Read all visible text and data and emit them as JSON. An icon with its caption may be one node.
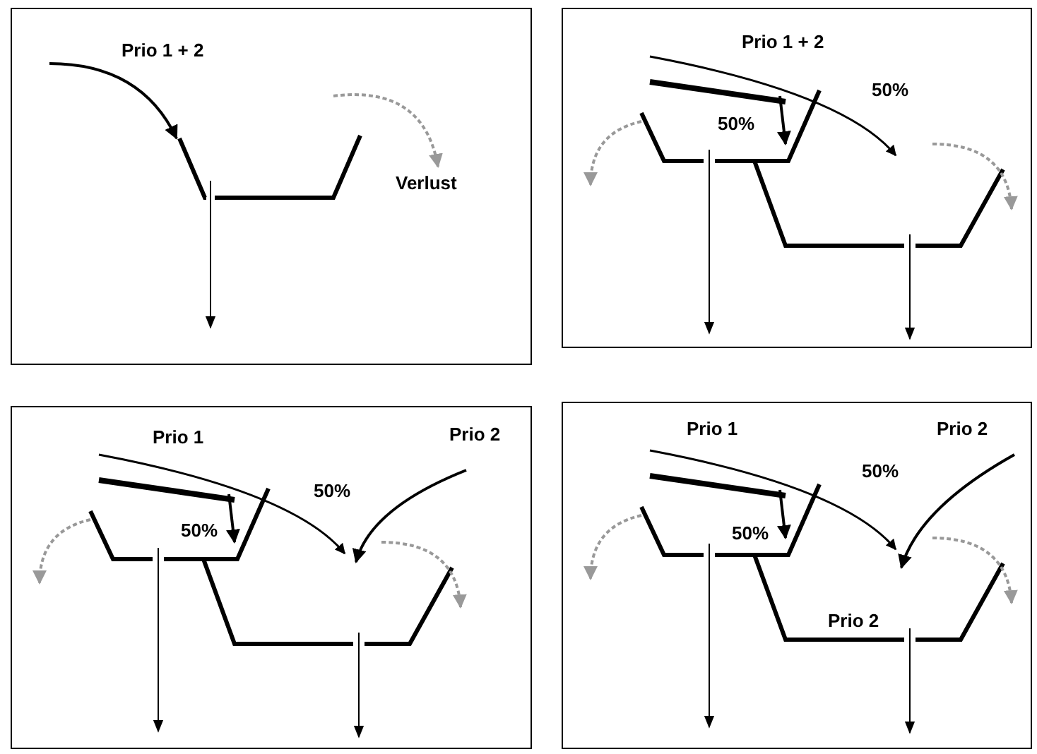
{
  "diagram": {
    "labels": [
      "Prio 1 + 2",
      "Verlust",
      "Prio 1 + 2",
      "50%",
      "50%",
      "Prio 1",
      "Prio 2",
      "50%",
      "50%",
      "Prio 1",
      "Prio 2",
      "50%",
      "50%",
      "Prio 2"
    ]
  }
}
